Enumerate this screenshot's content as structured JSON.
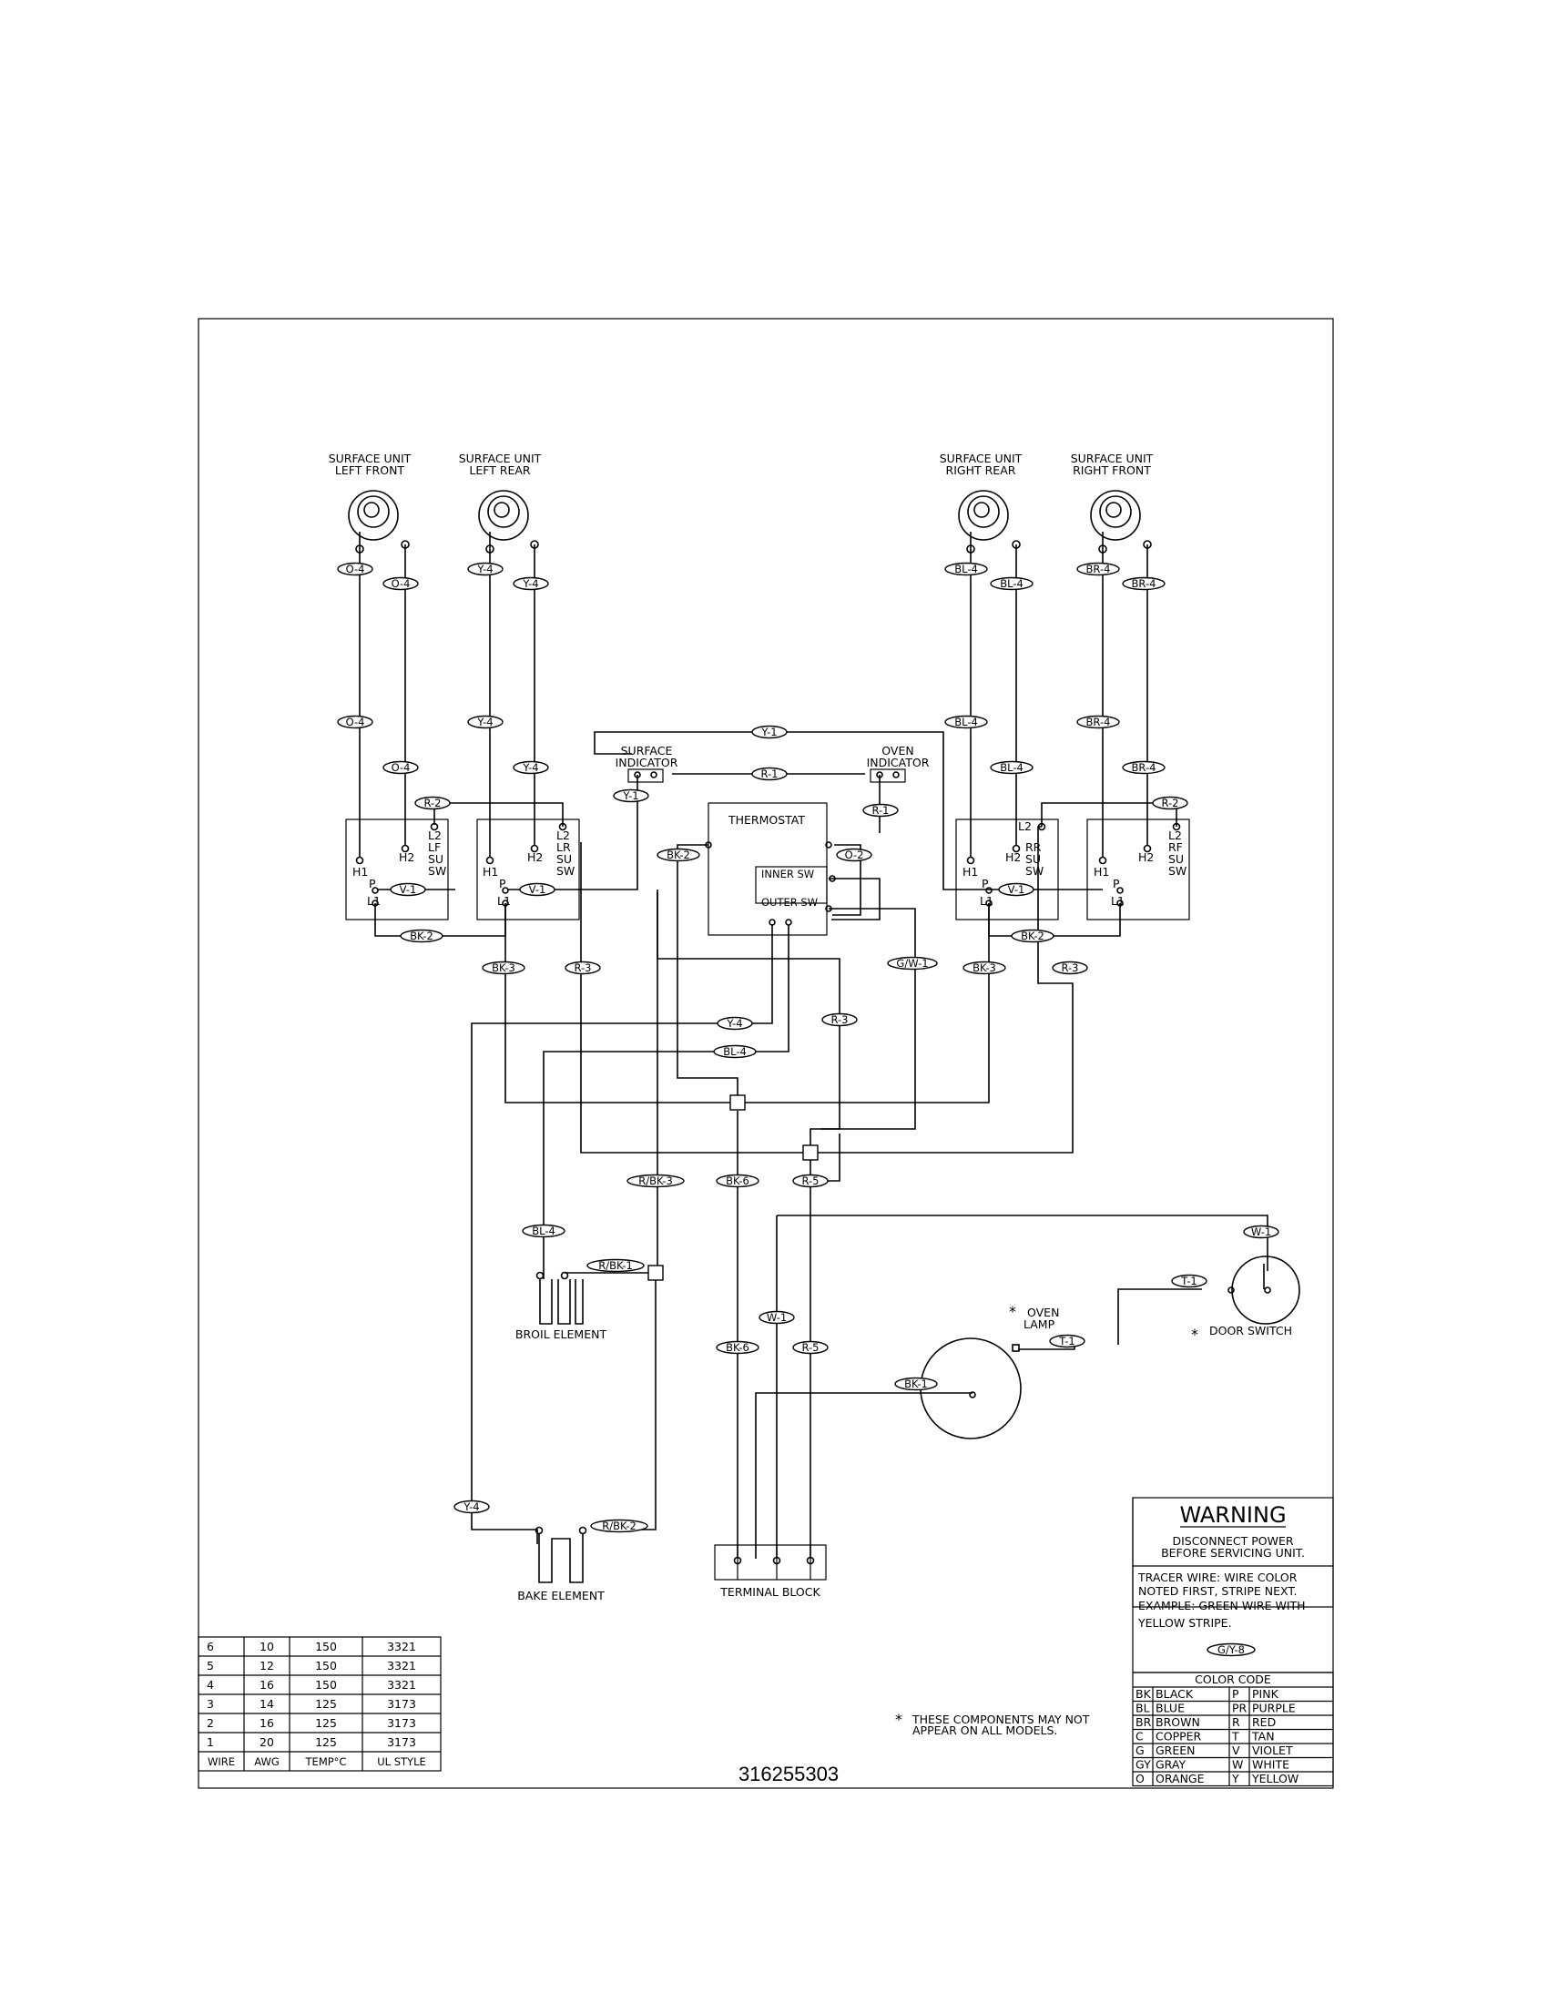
{
  "surface_units": [
    {
      "id": "lf",
      "label_line1": "SURFACE UNIT",
      "label_line2": "LEFT FRONT"
    },
    {
      "id": "lr",
      "label_line1": "SURFACE UNIT",
      "label_line2": "LEFT REAR"
    },
    {
      "id": "rr",
      "label_line1": "SURFACE UNIT",
      "label_line2": "RIGHT REAR"
    },
    {
      "id": "rf",
      "label_line1": "SURFACE UNIT",
      "label_line2": "RIGHT FRONT"
    }
  ],
  "switches": {
    "lf": {
      "h1": "H1",
      "h2": "H2",
      "l1": "L1",
      "l2": "L2",
      "p": "P",
      "name": [
        "LF",
        "SU",
        "SW"
      ]
    },
    "lr": {
      "h1": "H1",
      "h2": "H2",
      "l1": "L1",
      "l2": "L2",
      "p": "P",
      "name": [
        "LR",
        "SU",
        "SW"
      ]
    },
    "rr": {
      "h1": "H1",
      "h2": "H2",
      "l1": "L1",
      "l2": "L2",
      "p": "P",
      "name": [
        "RR",
        "SU",
        "SW"
      ]
    },
    "rf": {
      "h1": "H1",
      "h2": "H2",
      "l1": "L1",
      "l2": "L2",
      "p": "P",
      "name": [
        "RF",
        "SU",
        "SW"
      ]
    }
  },
  "indicators": {
    "surface": {
      "line1": "SURFACE",
      "line2": "INDICATOR"
    },
    "oven": {
      "line1": "OVEN",
      "line2": "INDICATOR"
    }
  },
  "thermostat": {
    "label": "THERMOSTAT",
    "inner": "INNER SW",
    "outer": "OUTER SW"
  },
  "components": {
    "broil": "BROIL ELEMENT",
    "bake": "BAKE ELEMENT",
    "terminal": "TERMINAL BLOCK",
    "oven_lamp_line1": "OVEN",
    "oven_lamp_line2": "LAMP",
    "door_switch": "DOOR SWITCH",
    "asterisk": "*"
  },
  "wire_labels": {
    "lf_a": "O-4",
    "lf_b": "O-4",
    "lf_c": "O-4",
    "lf_d": "O-4",
    "lr_a": "Y-4",
    "lr_b": "Y-4",
    "lr_c": "Y-4",
    "lr_d": "Y-4",
    "rr_a": "BL-4",
    "rr_b": "BL-4",
    "rr_c": "BL-4",
    "rr_d": "BL-4",
    "rf_a": "BR-4",
    "rf_b": "BR-4",
    "rf_c": "BR-4",
    "rf_d": "BR-4",
    "y1_top": "Y-1",
    "r1_mid": "R-1",
    "y1_si": "Y-1",
    "r1_oi": "R-1",
    "r2_left": "R-2",
    "r2_right": "R-2",
    "v1_lf": "V-1",
    "v1_lr": "V-1",
    "v1_rr": "V-1",
    "bk2_left": "BK-2",
    "bk2_right": "BK-2",
    "bk2_th": "BK-2",
    "o2_th": "O-2",
    "gw1": "G/W-1",
    "bk3_left": "BK-3",
    "r3_left": "R-3",
    "bk3_right": "BK-3",
    "r3_right": "R-3",
    "y4_mid": "Y-4",
    "bl4_mid": "BL-4",
    "r3_mid": "R-3",
    "rbk3": "R/BK-3",
    "bk6_top": "BK-6",
    "r5_top": "R-5",
    "bl4_broil": "BL-4",
    "rbk1": "R/BK-1",
    "w1_right": "W-1",
    "t1_door": "T-1",
    "t1_lamp": "T-1",
    "w1_mid": "W-1",
    "bk6_low": "BK-6",
    "r5_low": "R-5",
    "bk1_lamp": "BK-1",
    "y4_bake": "Y-4",
    "rbk2": "R/BK-2"
  },
  "warning": {
    "title": "WARNING",
    "line1": "DISCONNECT POWER",
    "line2": "BEFORE SERVICING UNIT.",
    "tracer1": "TRACER WIRE:   WIRE COLOR",
    "tracer2": "NOTED FIRST, STRIPE NEXT.",
    "tracer3": "EXAMPLE:   GREEN WIRE WITH",
    "tracer4": "YELLOW STRIPE.",
    "example_label": "G/Y-8"
  },
  "color_code": {
    "title": "COLOR CODE",
    "rows": [
      [
        "BK",
        "BLACK",
        "P",
        "PINK"
      ],
      [
        "BL",
        "BLUE",
        "PR",
        "PURPLE"
      ],
      [
        "BR",
        "BROWN",
        "R",
        "RED"
      ],
      [
        "C",
        "COPPER",
        "T",
        "TAN"
      ],
      [
        "G",
        "GREEN",
        "V",
        "VIOLET"
      ],
      [
        "GY",
        "GRAY",
        "W",
        "WHITE"
      ],
      [
        "O",
        "ORANGE",
        "Y",
        "YELLOW"
      ]
    ]
  },
  "wire_table": {
    "headers": [
      "WIRE",
      "AWG",
      "TEMP°C",
      "UL STYLE"
    ],
    "rows": [
      [
        "6",
        "10",
        "150",
        "3321"
      ],
      [
        "5",
        "12",
        "150",
        "3321"
      ],
      [
        "4",
        "16",
        "150",
        "3321"
      ],
      [
        "3",
        "14",
        "125",
        "3173"
      ],
      [
        "2",
        "16",
        "125",
        "3173"
      ],
      [
        "1",
        "20",
        "125",
        "3173"
      ]
    ]
  },
  "footnote": {
    "line1": "THESE COMPONENTS MAY NOT",
    "line2": "APPEAR ON ALL MODELS."
  },
  "part_number": "316255303"
}
